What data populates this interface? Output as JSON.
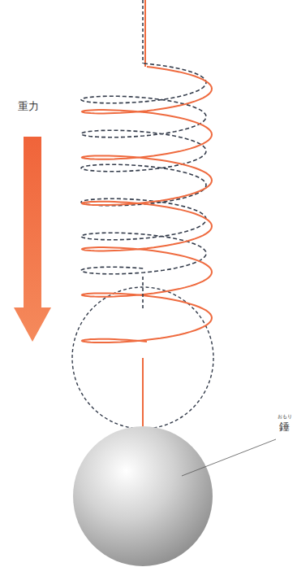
{
  "diagram": {
    "labels": [
      "重力",
      "おもり",
      "錘"
    ]
  }
}
